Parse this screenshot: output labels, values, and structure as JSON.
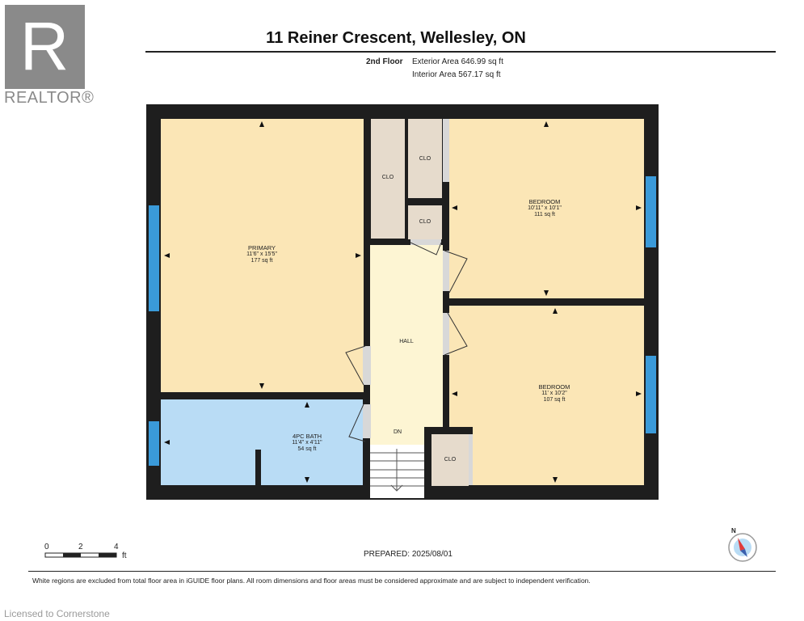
{
  "brand": {
    "logo_text": "REALTOR®",
    "logo_letter": "R"
  },
  "title": "11 Reiner Crescent, Wellesley, ON",
  "floor": {
    "name": "2nd Floor",
    "exterior_area": "Exterior Area 646.99 sq ft",
    "interior_area": "Interior Area 567.17 sq ft"
  },
  "rooms": {
    "primary": {
      "name": "PRIMARY",
      "dims": "11'6\" x 15'5\"",
      "area": "177 sq ft"
    },
    "bath": {
      "name": "4PC BATH",
      "dims": "11'4\" x 4'11\"",
      "area": "54 sq ft"
    },
    "bedroom1": {
      "name": "BEDROOM",
      "dims": "10'11\" x 10'1\"",
      "area": "111 sq ft"
    },
    "bedroom2": {
      "name": "BEDROOM",
      "dims": "11' x 10'2\"",
      "area": "107 sq ft"
    },
    "hall": {
      "name": "HALL"
    },
    "stairs": {
      "name": "DN"
    },
    "closets": {
      "clo1": "CLO",
      "clo2": "CLO",
      "clo3": "CLO",
      "clo4": "CLO"
    }
  },
  "scale": {
    "ticks": [
      "0",
      "2",
      "4"
    ],
    "unit": "ft"
  },
  "compass": {
    "label": "N"
  },
  "prepared": "PREPARED: 2025/08/01",
  "footer": "White regions are excluded from total floor area in iGUIDE floor plans. All room dimensions and floor areas must be considered approximate and are subject to independent verification.",
  "licensed": "Licensed to Cornerstone",
  "colors": {
    "wall": "#1e1e1e",
    "bedroom_fill": "#fbe6b6",
    "bath_fill": "#b9dcf5",
    "hall_fill": "#fdf5d3",
    "closet_fill": "#e6dbcc",
    "window": "#3a9ad9"
  }
}
